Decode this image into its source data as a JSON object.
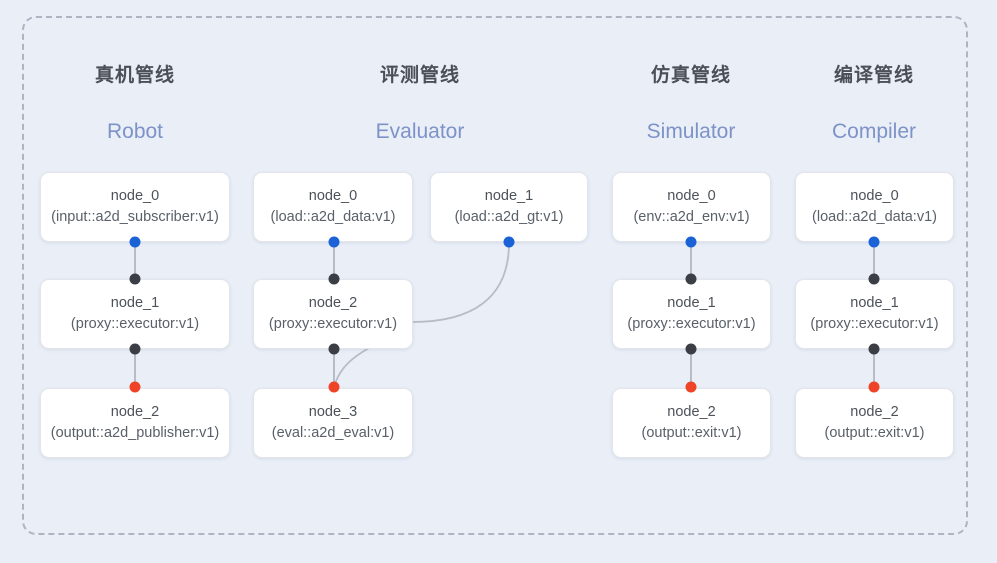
{
  "canvas": {
    "background": "#e9eef7",
    "frame_border_color": "#aeb4c2"
  },
  "palette": {
    "port_in": "#1a62d6",
    "port_mid": "#3b3f45",
    "port_out": "#ef4328",
    "edge": "#b7bcc6",
    "header_cn": "#4a4f58",
    "header_en": "#7d93c8",
    "node_bg": "#ffffff",
    "node_border": "#e2e5ea"
  },
  "columns": [
    {
      "id": "robot",
      "title_cn": "真机管线",
      "title_en": "Robot",
      "nodes": [
        {
          "id": "robot-node-0",
          "name": "node_0",
          "type": "(input::a2d_subscriber:v1)"
        },
        {
          "id": "robot-node-1",
          "name": "node_1",
          "type": "(proxy::executor:v1)"
        },
        {
          "id": "robot-node-2",
          "name": "node_2",
          "type": "(output::a2d_publisher:v1)"
        }
      ]
    },
    {
      "id": "evaluator",
      "title_cn": "评测管线",
      "title_en": "Evaluator",
      "nodes": [
        {
          "id": "eval-node-0",
          "name": "node_0",
          "type": "(load::a2d_data:v1)"
        },
        {
          "id": "eval-node-1",
          "name": "node_1",
          "type": "(load::a2d_gt:v1)"
        },
        {
          "id": "eval-node-2",
          "name": "node_2",
          "type": "(proxy::executor:v1)"
        },
        {
          "id": "eval-node-3",
          "name": "node_3",
          "type": "(eval::a2d_eval:v1)"
        }
      ]
    },
    {
      "id": "simulator",
      "title_cn": "仿真管线",
      "title_en": "Simulator",
      "nodes": [
        {
          "id": "sim-node-0",
          "name": "node_0",
          "type": "(env::a2d_env:v1)"
        },
        {
          "id": "sim-node-1",
          "name": "node_1",
          "type": "(proxy::executor:v1)"
        },
        {
          "id": "sim-node-2",
          "name": "node_2",
          "type": "(output::exit:v1)"
        }
      ]
    },
    {
      "id": "compiler",
      "title_cn": "编译管线",
      "title_en": "Compiler",
      "nodes": [
        {
          "id": "comp-node-0",
          "name": "node_0",
          "type": "(load::a2d_data:v1)"
        },
        {
          "id": "comp-node-1",
          "name": "node_1",
          "type": "(proxy::executor:v1)"
        },
        {
          "id": "comp-node-2",
          "name": "node_2",
          "type": "(output::exit:v1)"
        }
      ]
    }
  ]
}
